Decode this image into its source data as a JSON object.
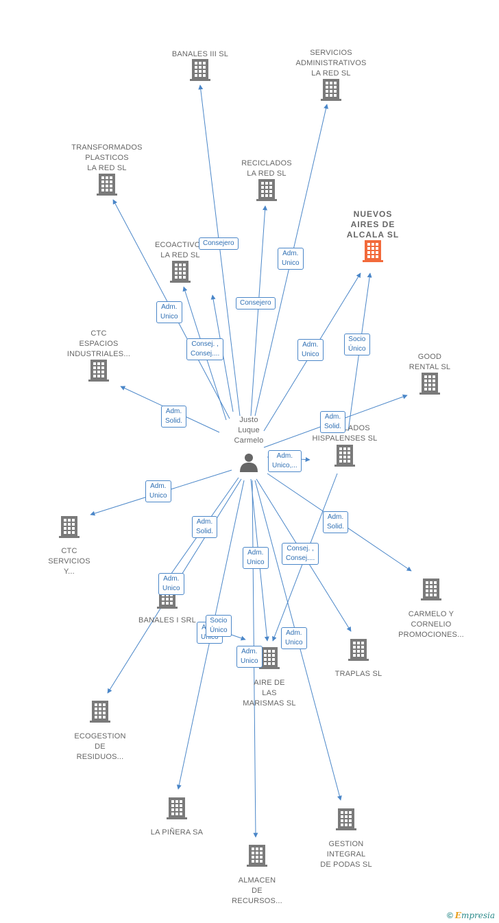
{
  "person": {
    "lines": [
      "Justo",
      "Luque",
      "Carmelo"
    ]
  },
  "nodes": [
    {
      "id": "banales3",
      "lines": [
        "BANALES III SL"
      ],
      "highlight": false
    },
    {
      "id": "servicios",
      "lines": [
        "SERVICIOS",
        "ADMINISTRATIVOS",
        "LA RED SL"
      ],
      "highlight": false
    },
    {
      "id": "transformados",
      "lines": [
        "TRANSFORMADOS",
        "PLASTICOS",
        "LA RED SL"
      ],
      "highlight": false
    },
    {
      "id": "reciclados",
      "lines": [
        "RECICLADOS",
        "LA RED SL"
      ],
      "highlight": false
    },
    {
      "id": "nuevos",
      "lines": [
        "NUEVOS",
        "AIRES DE",
        "ALCALA  SL"
      ],
      "highlight": true
    },
    {
      "id": "ecoactivos",
      "lines": [
        "ECOACTIVOS",
        "LA RED  SL"
      ],
      "highlight": false
    },
    {
      "id": "ctcespacios",
      "lines": [
        "CTC",
        "ESPACIOS",
        "INDUSTRIALES..."
      ],
      "highlight": false
    },
    {
      "id": "goodrental",
      "lines": [
        "GOOD",
        "RENTAL  SL"
      ],
      "highlight": false
    },
    {
      "id": "hispalenses",
      "lines": [
        "RECICLADOS",
        "HISPALENSES SL"
      ],
      "highlight": false
    },
    {
      "id": "ctcservicios",
      "lines": [
        "CTC",
        "SERVICIOS",
        "Y..."
      ],
      "highlight": false
    },
    {
      "id": "carmelo",
      "lines": [
        "CARMELO Y",
        "CORNELIO",
        "PROMOCIONES..."
      ],
      "highlight": false
    },
    {
      "id": "banales1",
      "lines": [
        "BANALES I SRL"
      ],
      "highlight": false
    },
    {
      "id": "traplas",
      "lines": [
        "TRAPLAS  SL"
      ],
      "highlight": false
    },
    {
      "id": "aire",
      "lines": [
        "AIRE DE",
        "LAS",
        "MARISMAS  SL"
      ],
      "highlight": false
    },
    {
      "id": "ecogestion",
      "lines": [
        "ECOGESTION",
        "DE",
        "RESIDUOS..."
      ],
      "highlight": false
    },
    {
      "id": "lapinera",
      "lines": [
        "LA PIÑERA SA"
      ],
      "highlight": false
    },
    {
      "id": "gestion",
      "lines": [
        "GESTION",
        "INTEGRAL",
        "DE PODAS SL"
      ],
      "highlight": false
    },
    {
      "id": "almacen",
      "lines": [
        "ALMACEN",
        "DE",
        "RECURSOS..."
      ],
      "highlight": false
    }
  ],
  "edge_labels": [
    {
      "id": "e1",
      "lines": [
        "Consejero"
      ]
    },
    {
      "id": "e2",
      "lines": [
        "Adm.",
        "Unico"
      ]
    },
    {
      "id": "e3",
      "lines": [
        "Adm.",
        "Unico"
      ]
    },
    {
      "id": "e4",
      "lines": [
        "Consejero"
      ]
    },
    {
      "id": "e5",
      "lines": [
        "Consej. ,",
        "Consej...."
      ]
    },
    {
      "id": "e6",
      "lines": [
        "Adm.",
        "Unico"
      ]
    },
    {
      "id": "e7",
      "lines": [
        "Socio",
        "Único"
      ]
    },
    {
      "id": "e8",
      "lines": [
        "Adm.",
        "Solid."
      ]
    },
    {
      "id": "e9",
      "lines": [
        "Adm.",
        "Solid."
      ]
    },
    {
      "id": "e10",
      "lines": [
        "Adm.",
        "Unico,..."
      ]
    },
    {
      "id": "e11",
      "lines": [
        "Adm.",
        "Unico"
      ]
    },
    {
      "id": "e12",
      "lines": [
        "Adm.",
        "Solid."
      ]
    },
    {
      "id": "e13",
      "lines": [
        "Adm.",
        "Solid."
      ]
    },
    {
      "id": "e14",
      "lines": [
        "Adm.",
        "Unico"
      ]
    },
    {
      "id": "e15",
      "lines": [
        "Consej. ,",
        "Consej...."
      ]
    },
    {
      "id": "e16",
      "lines": [
        "Adm.",
        "Unico"
      ]
    },
    {
      "id": "e17",
      "lines": [
        "Adm.",
        "Unico"
      ]
    },
    {
      "id": "e18",
      "lines": [
        "Socio",
        "Único"
      ]
    },
    {
      "id": "e19",
      "lines": [
        "Adm.",
        "Unico"
      ]
    },
    {
      "id": "e20",
      "lines": [
        "Adm.",
        "Unico"
      ]
    }
  ],
  "colors": {
    "node": "#7a7a7a",
    "highlight": "#f26a3b",
    "edge": "#4a86c8",
    "label_border": "#4a86c8"
  },
  "footer": {
    "copyright": "©",
    "brand_initial": "E",
    "brand_rest": "mpresia"
  }
}
